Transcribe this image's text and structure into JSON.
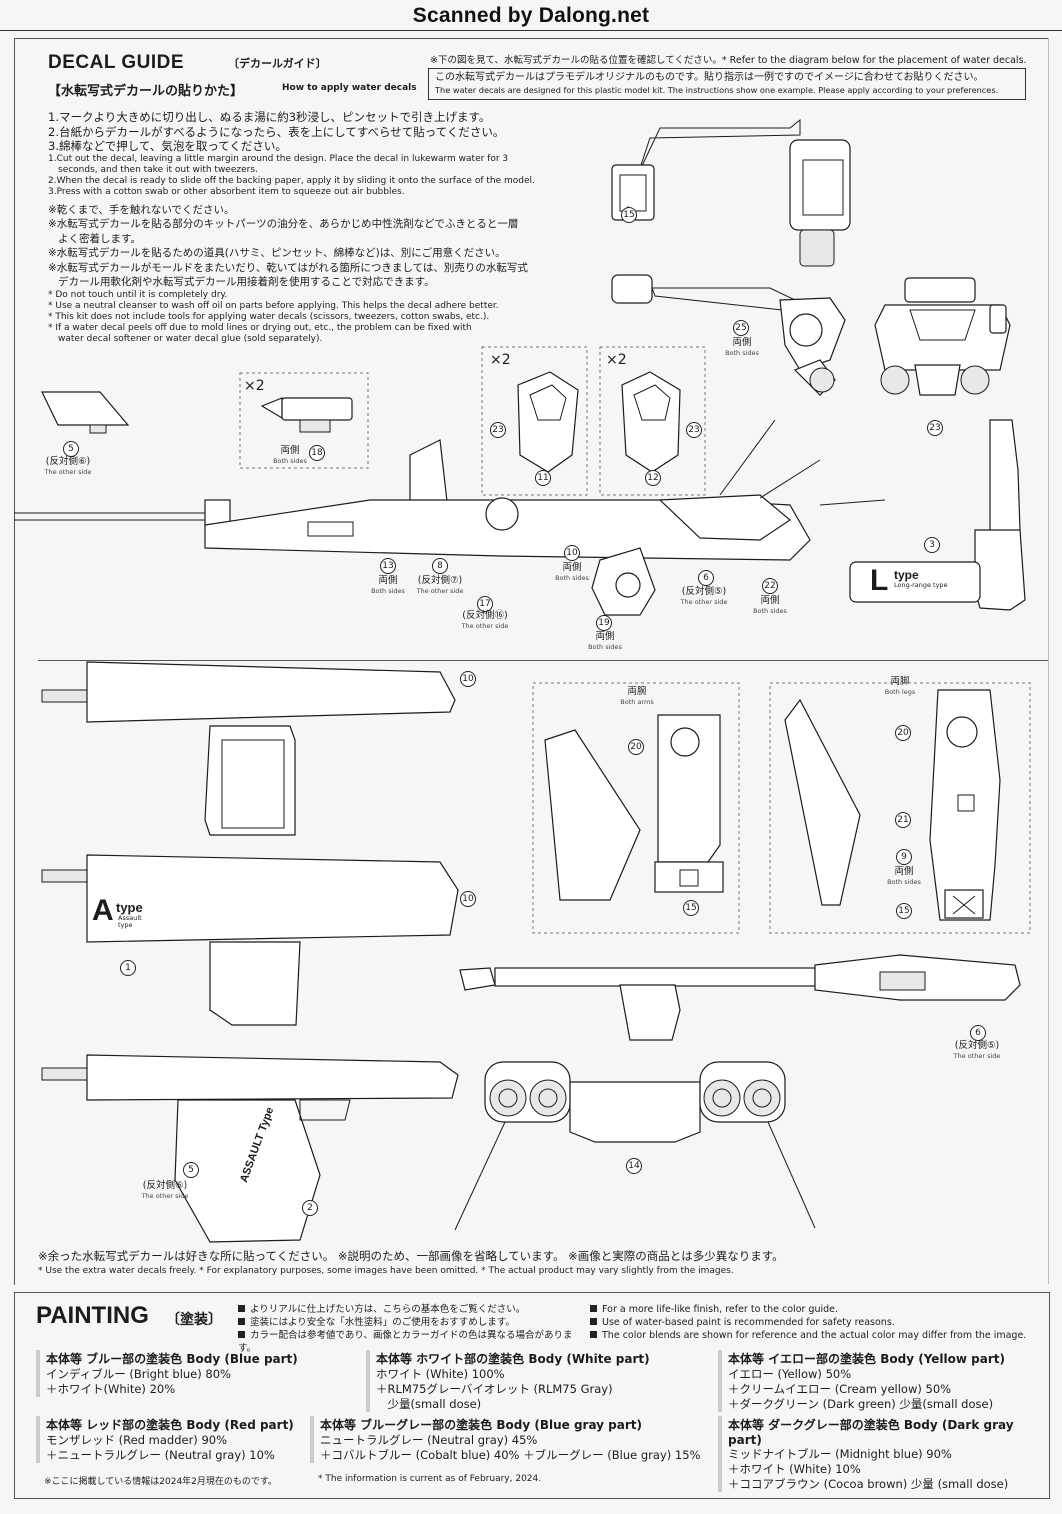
{
  "watermark": "Scanned by Dalong.net",
  "decal_guide": {
    "title": "DECAL GUIDE",
    "title_jp": "〔デカールガイド〕",
    "subtitle_jp": "【水転写式デカールの貼りかた】",
    "subtitle_en": "How to apply water decals",
    "top_note": "※下の図を見て、水転写式デカールの貼る位置を確認してください。* Refer to the diagram below for the placement of water decals.",
    "notice_jp": "この水転写式デカールはプラモデルオリジナルのものです。貼り指示は一例ですのでイメージに合わせてお貼りください。",
    "notice_en": "The water decals are designed for this plastic model kit. The instructions show one example. Please apply according to your preferences.",
    "steps_jp": [
      "1.マークより大きめに切り出し、ぬるま湯に約3秒浸し、ピンセットで引き上げます。",
      "2.台紙からデカールがすべるようになったら、表を上にしてすべらせて貼ってください。",
      "3.綿棒などで押して、気泡を取ってください。"
    ],
    "steps_en": [
      "1.Cut out the decal, leaving a little margin around the design. Place the decal in lukewarm water for 3",
      "seconds, and then take it out with tweezers.",
      "2.When the decal is ready to slide off the backing paper, apply it by sliding it onto the surface of the model.",
      "3.Press with a cotton swab or other absorbent item to squeeze out air bubbles."
    ],
    "notes_jp": [
      "※乾くまで、手を触れないでください。",
      "※水転写式デカールを貼る部分のキットパーツの油分を、あらかじめ中性洗剤などでふきとると一層",
      "よく密着します。",
      "※水転写式デカールを貼るための道具(ハサミ、ピンセット、綿棒など)は、別にご用意ください。",
      "※水転写式デカールがモールドをまたいだり、乾いてはがれる箇所につきましては、別売りの水転写式",
      "デカール用軟化剤や水転写式デカール用接着剤を使用することで対応できます。"
    ],
    "notes_en": [
      "* Do not touch until it is completely dry.",
      "* Use a neutral cleanser to wash off oil on parts before applying. This helps the decal adhere better.",
      "* This kit does not include tools for applying water decals (scissors, tweezers, cotton swabs, etc.).",
      "* If a water decal peels off due to mold lines or drying out, etc., the problem can be fixed with",
      "water decal softener or water decal glue (sold separately)."
    ],
    "labels": {
      "x2": "×2",
      "both_sides_jp": "両側",
      "both_sides_en": "Both sides",
      "other_side_5_jp": "(反対側⑤)",
      "other_side_6_jp": "(反対側⑥)",
      "other_side_7_jp": "(反対側⑦)",
      "other_side_16_jp": "(反対側⑯)",
      "other_side_en": "The other side",
      "both_arms_jp": "両腕",
      "both_arms_en": "Both arms",
      "both_legs_jp": "両脚",
      "both_legs_en": "Both legs",
      "l_type": "L",
      "l_type_word": "type",
      "l_type_sub": "Long-range type",
      "a_type": "A",
      "a_type_word": "type",
      "a_type_sub": "Assault type",
      "assault_text": "ASSAULT Type"
    },
    "bottom_note_jp": "※余った水転写式デカールは好きな所に貼ってください。 ※説明のため、一部画像を省略しています。 ※画像と実際の商品とは多少異なります。",
    "bottom_note_en": "* Use the extra water decals freely. * For explanatory purposes, some images have been omitted. * The actual product may vary slightly from the images."
  },
  "painting": {
    "title": "PAINTING",
    "title_jp": "〔塗装〕",
    "notes_jp": [
      "よりリアルに仕上げたい方は、こちらの基本色をご覧ください。",
      "塗装にはより安全な「水性塗料」のご使用をおすすめします。",
      "カラー配合は参考値であり、画像とカラーガイドの色は異なる場合があります。"
    ],
    "notes_en": [
      "For a more life-like finish, refer to the color guide.",
      "Use of water-based paint is recommended for safety reasons.",
      "The color blends are shown for reference and the actual color may differ from the image."
    ],
    "blocks": [
      {
        "head": "本体等 ブルー部の塗装色 Body (Blue part)",
        "lines": [
          "インディブルー (Bright blue) 80%",
          "＋ホワイト(White) 20%"
        ]
      },
      {
        "head": "本体等 ホワイト部の塗装色 Body (White part)",
        "lines": [
          "ホワイト (White) 100%",
          "＋RLM75グレーバイオレット (RLM75 Gray)",
          "　少量(small dose)"
        ]
      },
      {
        "head": "本体等 イエロー部の塗装色 Body (Yellow part)",
        "lines": [
          "イエロー (Yellow) 50%",
          "＋クリームイエロー (Cream yellow) 50%",
          "＋ダークグリーン (Dark green) 少量(small dose)"
        ]
      },
      {
        "head": "本体等 レッド部の塗装色 Body (Red part)",
        "lines": [
          "モンザレッド (Red madder) 90%",
          "＋ニュートラルグレー (Neutral gray) 10%"
        ]
      },
      {
        "head": "本体等 ブルーグレー部の塗装色 Body (Blue gray part)",
        "lines": [
          "ニュートラルグレー (Neutral gray) 45%",
          "＋コバルトブルー (Cobalt blue) 40% ＋ブルーグレー (Blue gray) 15%"
        ]
      },
      {
        "head": "本体等 ダークグレー部の塗装色 Body (Dark gray part)",
        "lines": [
          "ミッドナイトブルー (Midnight blue) 90%",
          "＋ホワイト (White) 10%",
          "＋ココアブラウン (Cocoa brown) 少量 (small dose)"
        ]
      }
    ],
    "footnote_jp": "※ここに掲載している情報は2024年2月現在のものです。",
    "footnote_en": "* The information is current as of February, 2024."
  },
  "callouts": {
    "n1": "1",
    "n2": "2",
    "n3": "3",
    "n5": "5",
    "n6": "6",
    "n7": "7",
    "n8": "8",
    "n9": "9",
    "n10": "10",
    "n11": "11",
    "n12": "12",
    "n13": "13",
    "n14": "14",
    "n15": "15",
    "n16": "16",
    "n17": "17",
    "n18": "18",
    "n19": "19",
    "n20": "20",
    "n21": "21",
    "n22": "22",
    "n23": "23",
    "n25": "25"
  }
}
